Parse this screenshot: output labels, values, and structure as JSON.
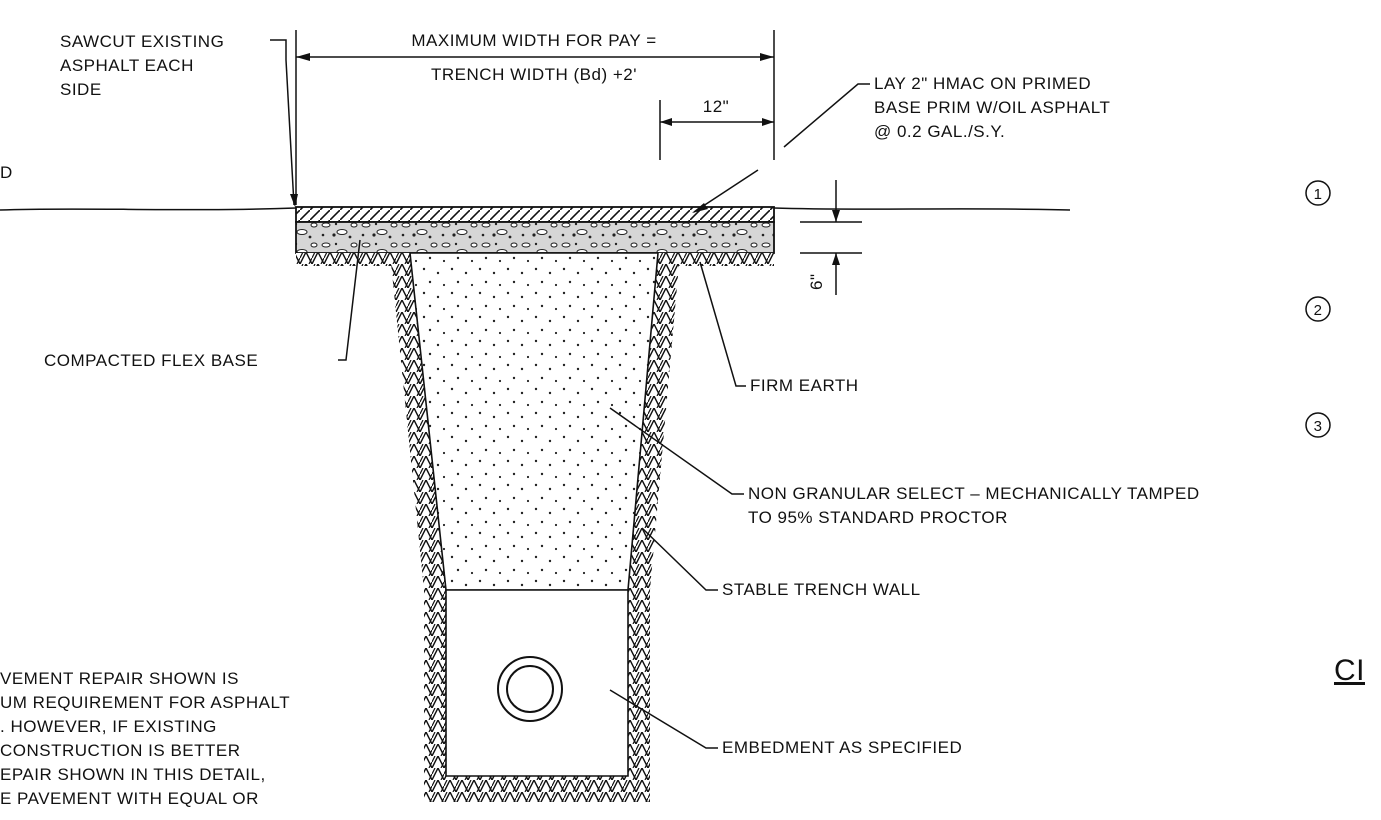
{
  "labels": {
    "sawcut": [
      "SAWCUT EXISTING",
      "ASPHALT EACH",
      "SIDE"
    ],
    "max_width": [
      "MAXIMUM WIDTH FOR PAY =",
      "TRENCH WIDTH (Bd) +2'"
    ],
    "dim_12": "12\"",
    "hmac": [
      "LAY 2\" HMAC ON PRIMED",
      "BASE PRIM W/OIL ASPHALT",
      "@ 0.2 GAL./S.Y."
    ],
    "dim_6": "6\"",
    "flex_base": "COMPACTED FLEX BASE",
    "firm_earth": "FIRM EARTH",
    "backfill": [
      "NON GRANULAR SELECT – MECHANICALLY TAMPED",
      "TO 95% STANDARD PROCTOR"
    ],
    "trench_wall": "STABLE TRENCH WALL",
    "embedment": "EMBEDMENT AS SPECIFIED",
    "edge_left": "D",
    "note": [
      "VEMENT REPAIR SHOWN IS",
      "UM REQUIREMENT FOR ASPHALT",
      ". HOWEVER, IF EXISTING",
      "CONSTRUCTION IS BETTER",
      "EPAIR SHOWN IN THIS DETAIL,",
      "E PAVEMENT WITH EQUAL OR"
    ],
    "right_title": "CI"
  },
  "callouts": [
    "1",
    "2",
    "3"
  ]
}
